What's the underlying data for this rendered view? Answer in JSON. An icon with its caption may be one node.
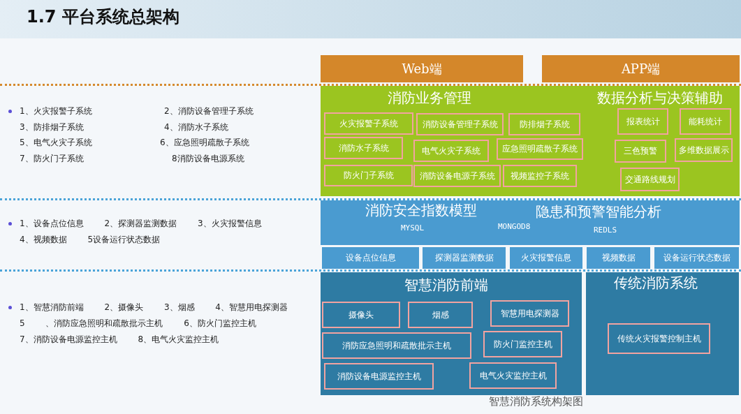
{
  "diagram": {
    "title": "1.7 平台系统总架构",
    "caption": "智慧消防系统构架图",
    "nodes": [
      {
        "text": [
          "Web端"
        ]
      },
      {
        "text": [
          "APP端"
        ]
      },
      {
        "text": [
          "消防业务管理",
          "数据分析与决策辅助"
        ]
      },
      {
        "text": [
          "火灾报警子系统"
        ],
        "in": 2
      },
      {
        "text": [
          "消防设备管理子系统"
        ],
        "in": 2
      },
      {
        "text": [
          "防排烟子系统"
        ],
        "in": 2
      },
      {
        "text": [
          "消防水子系统"
        ],
        "in": 2
      },
      {
        "text": [
          "电气火灾子系统"
        ],
        "in": 2
      },
      {
        "text": [
          "应急照明疏散子系统"
        ],
        "in": 2
      },
      {
        "text": [
          "防火门子系统"
        ],
        "in": 2
      },
      {
        "text": [
          "消防设备电源子系统"
        ],
        "in": 2
      },
      {
        "text": [
          "视频监控子系统"
        ],
        "in": 2
      },
      {
        "text": [
          "报表统计"
        ],
        "in": 2
      },
      {
        "text": [
          "能耗统计"
        ],
        "in": 2
      },
      {
        "text": [
          "三色预警"
        ],
        "in": 2
      },
      {
        "text": [
          "多维数据展示"
        ],
        "in": 2
      },
      {
        "text": [
          "交通路线规划"
        ],
        "in": 2
      },
      {
        "text": [
          "消防安全指数模型",
          "隐患和预警智能分析",
          "MYSQL",
          "MONGOD8",
          "REDLS"
        ]
      },
      {
        "text": [
          "设备点位信息"
        ]
      },
      {
        "text": [
          "探测器监测数据"
        ]
      },
      {
        "text": [
          "火灾报警信息"
        ]
      },
      {
        "text": [
          "视频数据"
        ]
      },
      {
        "text": [
          "设备运行状态数据"
        ]
      },
      {
        "text": [
          "智慧消防前端"
        ]
      },
      {
        "text": [
          "摄像头"
        ],
        "in": 23
      },
      {
        "text": [
          "烟感"
        ],
        "in": 23
      },
      {
        "text": [
          "智慧用电探测器"
        ],
        "in": 23
      },
      {
        "text": [
          "消防应急照明和疏散批示主机"
        ],
        "in": 23
      },
      {
        "text": [
          "防火门监控主机"
        ],
        "in": 23
      },
      {
        "text": [
          "消防设备电源监控主机"
        ],
        "in": 23
      },
      {
        "text": [
          "电气火灾监控主机"
        ],
        "in": 23
      },
      {
        "text": [
          "传统消防系统"
        ]
      },
      {
        "text": [
          "传统火灾报警控制主机"
        ],
        "in": 31
      }
    ],
    "edges": [],
    "labels": [
      "1、火灾报警子系统",
      "2、消防设备管理子系统",
      "3、防排烟子系统",
      "4、消防水子系统",
      "5、电气火灾子系统",
      "6、应急照明疏散子系统",
      "7、防火门子系统",
      "8消防设备电源系统",
      "1、设备点位信息 2、探测器监测数据 3、火灾报警信息 4、视频数据 5设备运行状态数据",
      "1、智慧消防前端 2、摄像头 3、烟感 4、智慧用电探测器 5 、消防应急照明和疏散批示主机 6、防火门监控主机 7、消防设备电源监控主机 8、电气火灾监控主机"
    ]
  }
}
